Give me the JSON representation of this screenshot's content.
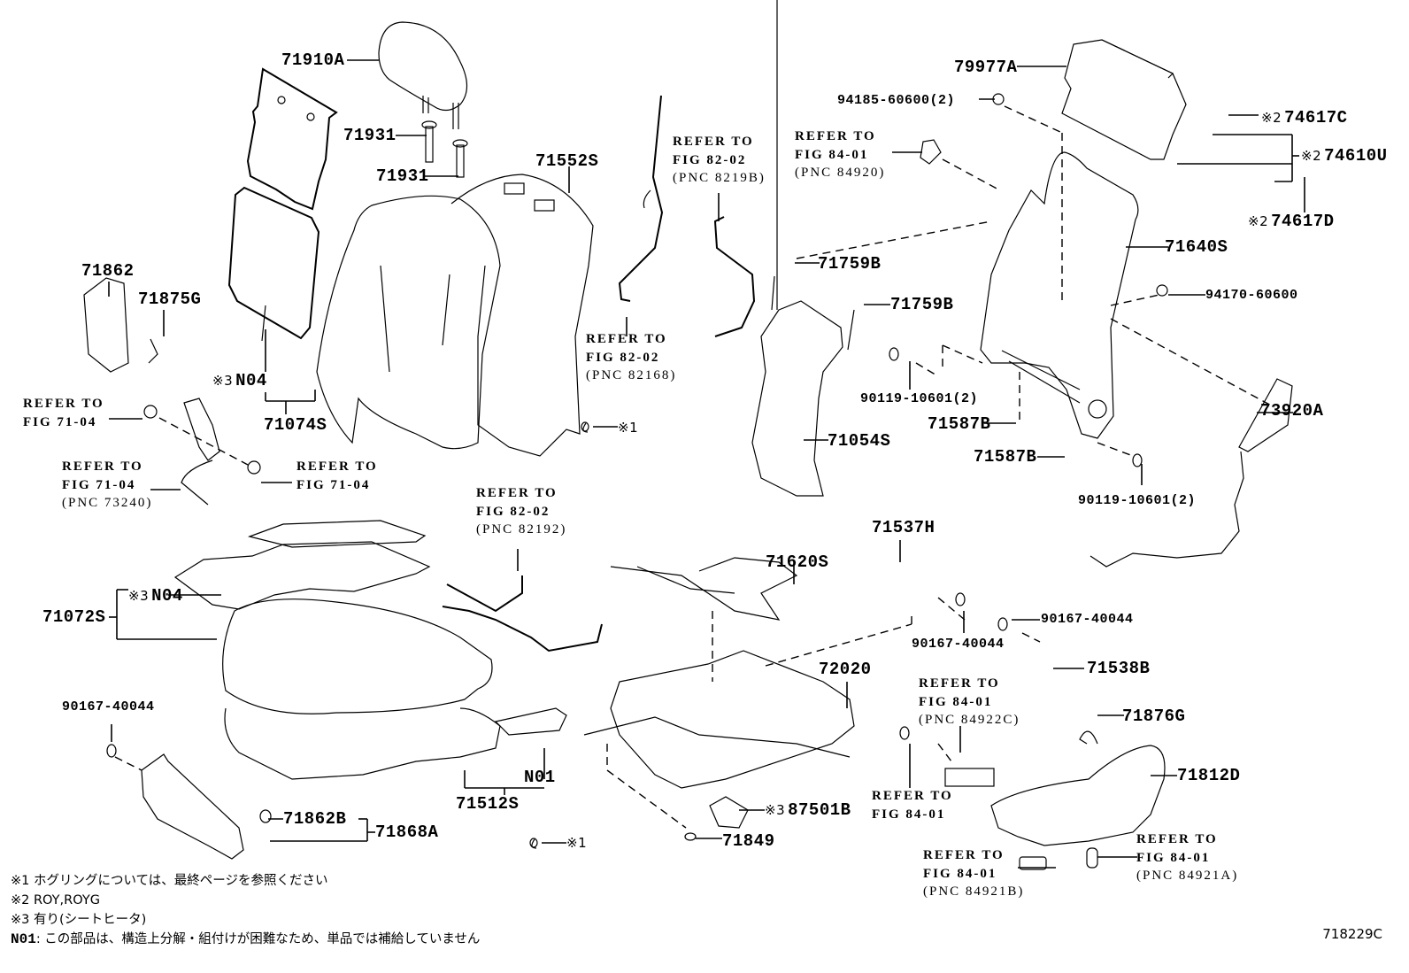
{
  "figure_id": "718229C",
  "callouts": {
    "p71910A": "71910A",
    "p71931a": "71931",
    "p71931b": "71931",
    "p71552S": "71552S",
    "p79977A": "79977A",
    "p94185": "94185-60600(2)",
    "p74617C": "74617C",
    "p74610U": "74610U",
    "p74617D": "74617D",
    "p71640S": "71640S",
    "p94170": "94170-60600",
    "p71759Ba": "71759B",
    "p71759Bb": "71759B",
    "p90119a": "90119-10601(2)",
    "p71587Ba": "71587B",
    "p71587Bb": "71587B",
    "p90119b": "90119-10601(2)",
    "p73920A": "73920A",
    "p71054S": "71054S",
    "p71862": "71862",
    "p71875G": "71875G",
    "pN04a": "N04",
    "p71074S": "71074S",
    "p71620S": "71620S",
    "p71537H": "71537H",
    "p90167a": "90167-40044",
    "p90167b": "90167-40044",
    "p71538B": "71538B",
    "p71072S": "71072S",
    "pN04b": "N04",
    "p72020": "72020",
    "p71876G": "71876G",
    "p71812D": "71812D",
    "p90167c": "90167-40044",
    "pN01": "N01",
    "p71512S": "71512S",
    "p87501B": "87501B",
    "p71862B": "71862B",
    "p71868A": "71868A",
    "p71849": "71849",
    "hog1": "※1",
    "hog2": "※1"
  },
  "marks": {
    "m2": "※2",
    "m3": "※3"
  },
  "refs": {
    "r8219B": {
      "l1": "REFER TO",
      "l2": "FIG 82-02",
      "l3": "(PNC 8219B)"
    },
    "r84920": {
      "l1": "REFER TO",
      "l2": "FIG 84-01",
      "l3": "(PNC 84920)"
    },
    "r82168": {
      "l1": "REFER TO",
      "l2": "FIG 82-02",
      "l3": "(PNC 82168)"
    },
    "r7104a": {
      "l1": "REFER TO",
      "l2": "FIG 71-04"
    },
    "r73240": {
      "l1": "REFER TO",
      "l2": "FIG 71-04",
      "l3": "(PNC 73240)"
    },
    "r7104b": {
      "l1": "REFER TO",
      "l2": "FIG 71-04"
    },
    "r82192": {
      "l1": "REFER TO",
      "l2": "FIG 82-02",
      "l3": "(PNC 82192)"
    },
    "r84922C": {
      "l1": "REFER TO",
      "l2": "FIG 84-01",
      "l3": "(PNC 84922C)"
    },
    "r8401": {
      "l1": "REFER TO",
      "l2": "FIG 84-01"
    },
    "r84921B": {
      "l1": "REFER TO",
      "l2": "FIG 84-01",
      "l3": "(PNC 84921B)"
    },
    "r84921A": {
      "l1": "REFER TO",
      "l2": "FIG 84-01",
      "l3": "(PNC 84921A)"
    }
  },
  "notes": {
    "n1": "※1 ホグリングについては、最終ページを参照ください",
    "n2": "※2 ROY,ROYG",
    "n3": "※3 有り(シートヒータ)",
    "n4_code": "N01",
    "n4_text": ": この部品は、構造上分解・組付けが困難なため、単品では補給していません"
  }
}
